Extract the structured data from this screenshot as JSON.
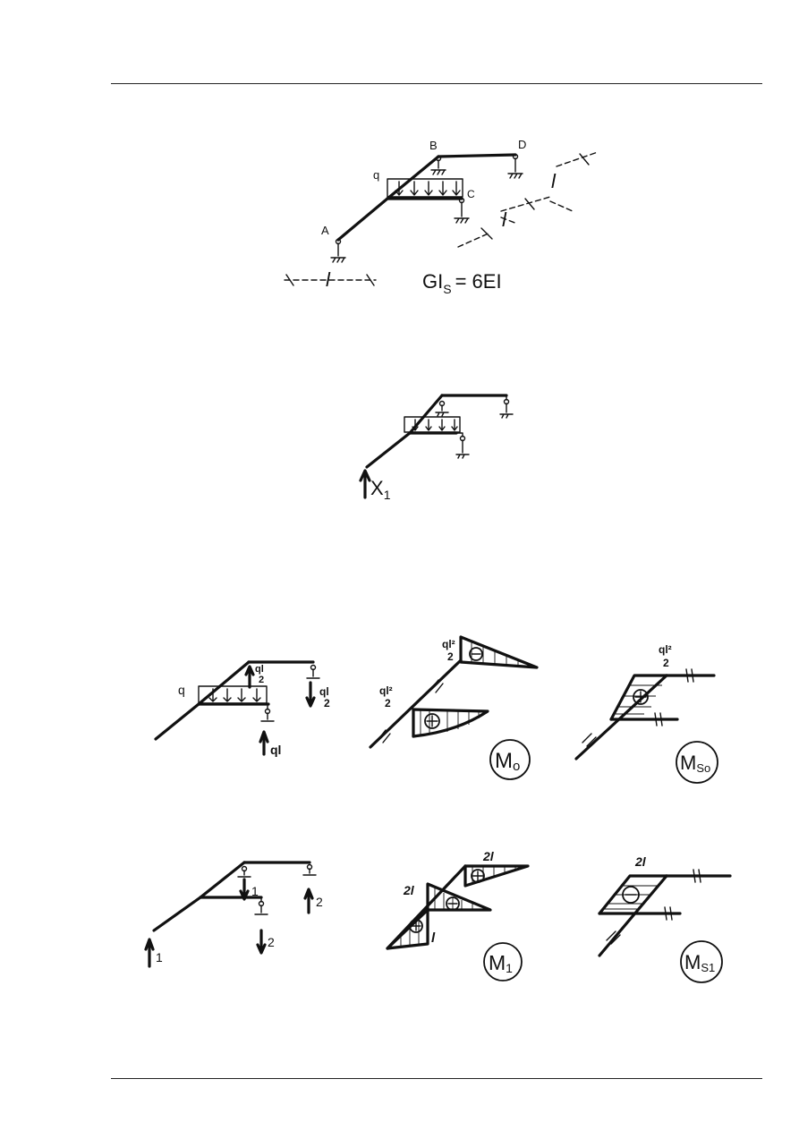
{
  "fig1": {
    "label_A": "A",
    "label_B": "B",
    "label_C": "C",
    "label_D": "D",
    "label_q": "q",
    "dim_l_1": "l",
    "dim_l_2": "l",
    "dim_l_3": "l",
    "stiffness": "GI",
    "stiffness_sub": "S",
    "stiffness_rhs": "= 6EI"
  },
  "fig2": {
    "unknown": "X",
    "unknown_sub": "1"
  },
  "row3": {
    "load_q": "q",
    "react_top_num": "ql",
    "react_top_den": "2",
    "react_right_num": "ql",
    "react_right_den": "2",
    "react_bottom": "ql",
    "mo_top_num": "ql²",
    "mo_top_den": "2",
    "mo_left_num": "ql²",
    "mo_left_den": "2",
    "mo_title": "M",
    "mo_title_sub": "o",
    "mso_num": "ql²",
    "mso_den": "2",
    "mso_title": "M",
    "mso_title_sub": "So",
    "sign_minus": "⊖",
    "sign_plus": "⊕"
  },
  "row4": {
    "force_1_left": "1",
    "force_1_mid": "1",
    "force_2_mid": "2",
    "force_2_right": "2",
    "m1_top": "2l",
    "m1_left": "2l",
    "m1_bottom": "l",
    "m1_title": "M",
    "m1_title_sub": "1",
    "ms1_top": "2l",
    "ms1_title": "M",
    "ms1_title_sub": "S1"
  }
}
